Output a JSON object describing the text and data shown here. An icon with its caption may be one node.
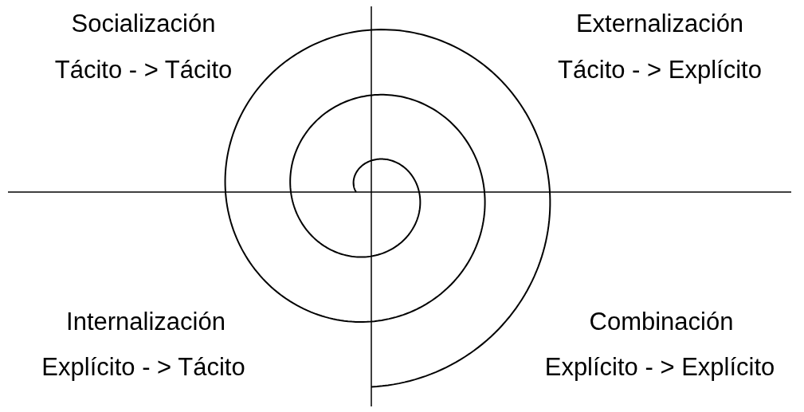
{
  "diagram": {
    "labels": [
      "Socialización",
      "Externalización",
      "Tácito - > Tácito",
      "Tácito - > Explícito",
      "Internalización",
      "Combinación",
      "Explícito - > Tácito",
      "Explícito - > Explícito"
    ]
  }
}
